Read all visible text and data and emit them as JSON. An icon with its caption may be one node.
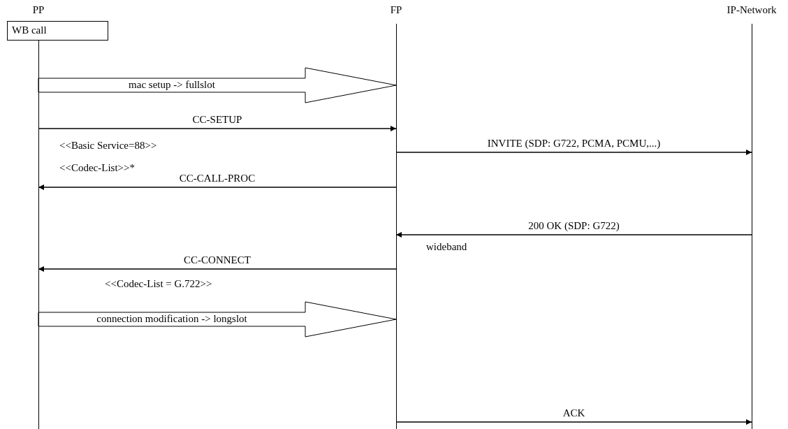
{
  "diagram": {
    "nodes": [
      {
        "text": [
          "PP"
        ]
      },
      {
        "text": [
          "FP"
        ]
      },
      {
        "text": [
          "IP-Network"
        ]
      },
      {
        "text": [
          "WB call"
        ]
      }
    ],
    "edges": [
      {
        "from": 0,
        "to": 1,
        "arrow": "to",
        "label": "mac setup -> fullslot",
        "style": "thick"
      },
      {
        "from": 0,
        "to": 1,
        "arrow": "to",
        "label": "CC-SETUP"
      },
      {
        "from": 1,
        "to": 2,
        "arrow": "to",
        "label": "INVITE (SDP: G722, PCMA, PCMU,...)"
      },
      {
        "from": 1,
        "to": 0,
        "arrow": "to",
        "label": "CC-CALL-PROC"
      },
      {
        "from": 2,
        "to": 1,
        "arrow": "to",
        "label": "200 OK (SDP: G722)"
      },
      {
        "from": 1,
        "to": 0,
        "arrow": "to",
        "label": "CC-CONNECT"
      },
      {
        "from": 0,
        "to": 1,
        "arrow": "to",
        "label": "connection modification -> longslot",
        "style": "thick"
      },
      {
        "from": 1,
        "to": 2,
        "arrow": "to",
        "label": "ACK"
      }
    ],
    "labels": [
      "<<Basic Service=88>>",
      "<<Codec-List>>*",
      "wideband",
      "<<Codec-List = G.722>>"
    ]
  }
}
